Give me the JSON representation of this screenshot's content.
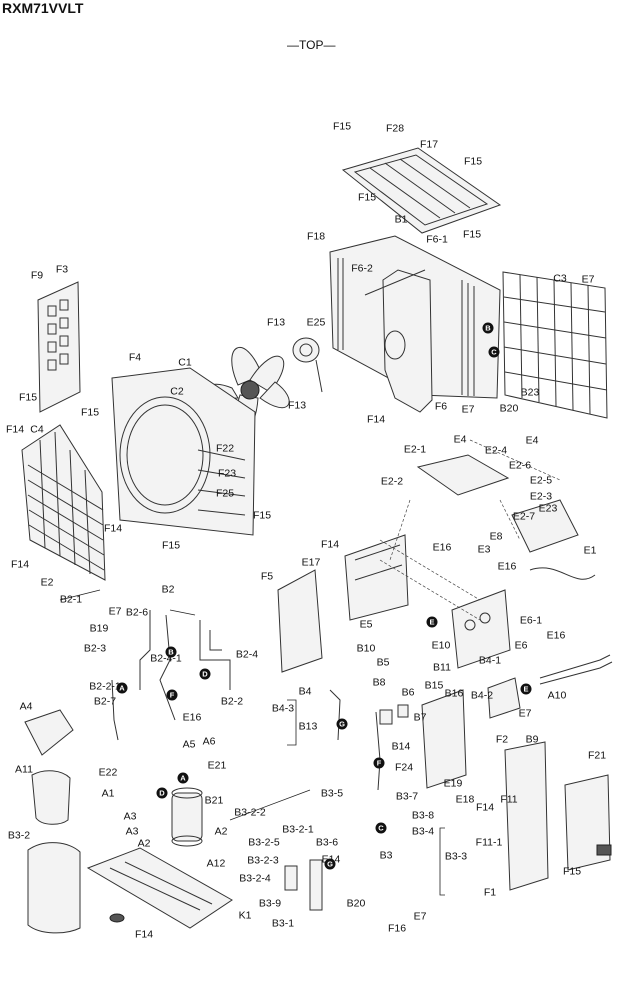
{
  "header": {
    "model": "RXM71VVLT",
    "view": "—TOP—"
  },
  "parts": [
    "F15",
    "F28",
    "F17",
    "F15",
    "F15",
    "F15",
    "B1",
    "F18",
    "F6-1",
    "F6-2",
    "C3",
    "E7",
    "F9",
    "F3",
    "F13",
    "E25",
    "C1",
    "F13",
    "B23",
    "B20",
    "E7",
    "F15",
    "F4",
    "C2",
    "F14",
    "F6",
    "F22",
    "F23",
    "F25",
    "F15",
    "F14",
    "C4",
    "F15",
    "F14",
    "F15",
    "F14",
    "E2",
    "E4",
    "E4",
    "E2-1",
    "E2-4",
    "E2-6",
    "E2-2",
    "E2-5",
    "E2-3",
    "E2-7",
    "E8",
    "E16",
    "E3",
    "E23",
    "E1",
    "F14",
    "F5",
    "E17",
    "B2",
    "B2-1",
    "E7",
    "B2-6",
    "B19",
    "B2-3",
    "B2-4-1",
    "B2-4",
    "B2-2",
    "B2-2-1",
    "B2-7",
    "E16",
    "E16",
    "E5",
    "E6-1",
    "E6",
    "E16",
    "E10",
    "B4-1",
    "B11",
    "B10",
    "B5",
    "B8",
    "B6",
    "B15",
    "B16",
    "B4-2",
    "B4",
    "B4-3",
    "B13",
    "B7",
    "B14",
    "F24",
    "E7",
    "A10",
    "A4",
    "A5",
    "A6",
    "E21",
    "E22",
    "A1",
    "B21",
    "A3",
    "A3",
    "A2",
    "A2",
    "A12",
    "A11",
    "B3-2",
    "B3-2-2",
    "B3-2-1",
    "B3-2-5",
    "B3-2-3",
    "B3-2-4",
    "B3-9",
    "B3-1",
    "B3-6",
    "E14",
    "B3-5",
    "B3-7",
    "B3-8",
    "B3-4",
    "B3",
    "B3-3",
    "B20",
    "E7",
    "F16",
    "F2",
    "B9",
    "E19",
    "E18",
    "F14",
    "F11",
    "F21",
    "F11-1",
    "F15",
    "F1",
    "F14",
    "K1"
  ],
  "markers": [
    "B",
    "C",
    "E",
    "B",
    "A",
    "F",
    "D",
    "G",
    "F",
    "E",
    "A",
    "D",
    "G",
    "C"
  ]
}
